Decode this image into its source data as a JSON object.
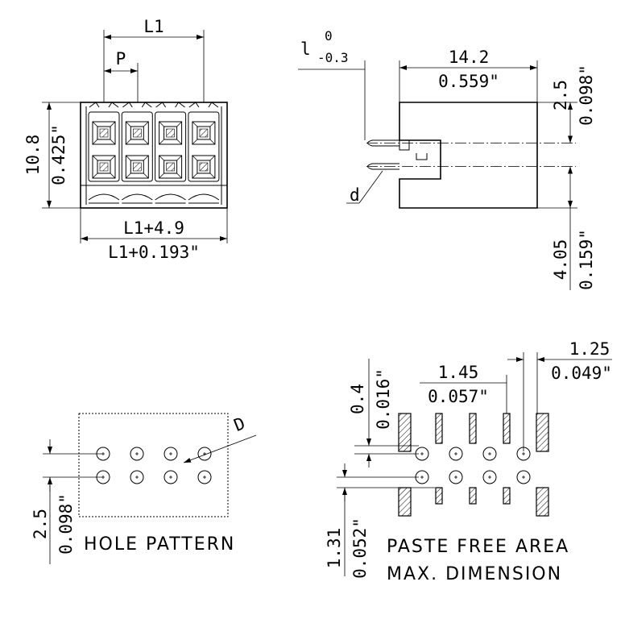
{
  "front_view": {
    "dim_L1": "L1",
    "dim_P": "P",
    "dim_height_mm": "10.8",
    "dim_height_in": "0.425\"",
    "dim_width_mm": "L1+4.9",
    "dim_width_in": "L1+0.193\"",
    "pole_count": 4
  },
  "side_view": {
    "dim_l": "l",
    "tol_upper": "0",
    "tol_lower": "-0.3",
    "dim_depth_mm": "14.2",
    "dim_depth_in": "0.559\"",
    "dim_top_mm": "2.5",
    "dim_top_in": "0.098\"",
    "dim_bottom_mm": "4.05",
    "dim_bottom_in": "0.159\"",
    "pin_label": "d"
  },
  "hole_pattern": {
    "title": "HOLE PATTERN",
    "dim_D": "D",
    "dim_pitch_mm": "2.5",
    "dim_pitch_in": "0.098\""
  },
  "paste_area": {
    "title_line1": "PASTE FREE AREA",
    "title_line2": "MAX. DIMENSION",
    "dim_a_mm": "1.45",
    "dim_a_in": "0.057\"",
    "dim_b_mm": "1.25",
    "dim_b_in": "0.049\"",
    "dim_c_mm": "0.4",
    "dim_c_in": "0.016\"",
    "dim_d_mm": "1.31",
    "dim_d_in": "0.052\""
  }
}
